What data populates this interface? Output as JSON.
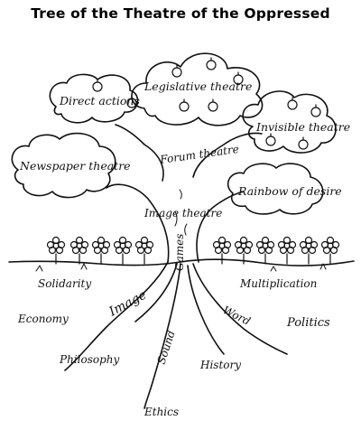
{
  "title": "Tree of the Theatre of the Oppressed",
  "clouds": {
    "legislative": "Legislative theatre",
    "direct": "Direct actions",
    "invisible": "Invisible theatre",
    "newspaper": "Newspaper theatre",
    "rainbow": "Rainbow of desire"
  },
  "trunk": {
    "forum": "Forum theatre",
    "image_theatre": "Image theatre",
    "games": "Games"
  },
  "roots": {
    "image": "Image",
    "word": "Word",
    "sound": "Sound"
  },
  "soil": {
    "solidarity": "Solidarity",
    "multiplication": "Multiplication",
    "economy": "Economy",
    "politics": "Politics",
    "philosophy": "Philosophy",
    "history": "History",
    "ethics": "Ethics"
  }
}
